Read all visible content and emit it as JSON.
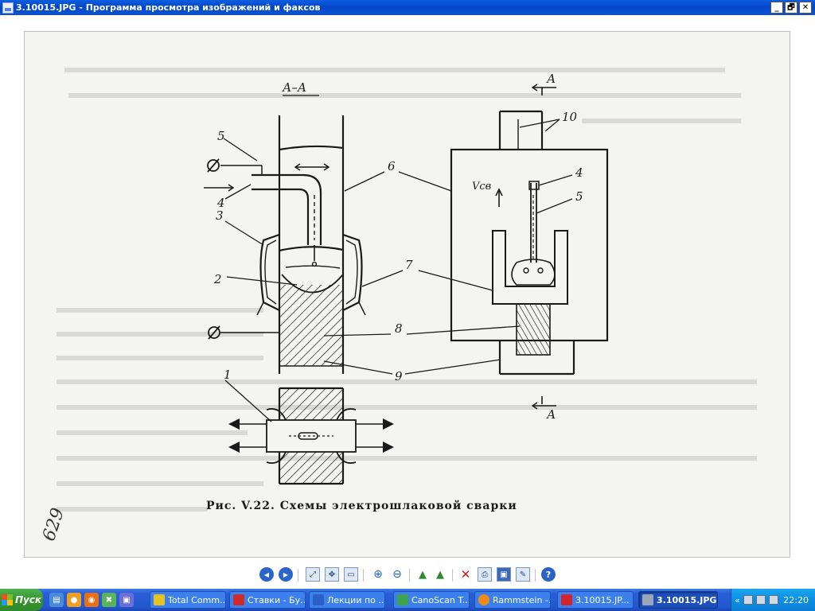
{
  "window": {
    "title": "3.10015.JPG - Программа просмотра изображений и факсов",
    "controls": [
      "_",
      "🗗",
      "✕"
    ]
  },
  "image": {
    "section_label": "А–А",
    "cut_labels": [
      "А",
      "А"
    ],
    "vcb_label": "Vсв",
    "callouts": [
      "1",
      "2",
      "3",
      "4",
      "5",
      "6",
      "7",
      "8",
      "9",
      "10",
      "4",
      "5"
    ],
    "caption": "Рис. V.22. Схемы электрошлаковой сварки",
    "handwritten": "629"
  },
  "toolbar": {
    "buttons": [
      {
        "name": "previous-image",
        "icon": "prev-icon"
      },
      {
        "name": "next-image",
        "icon": "next-icon"
      },
      {
        "name": "best-fit",
        "icon": "best-fit-icon"
      },
      {
        "name": "actual-size",
        "icon": "actual-size-icon"
      },
      {
        "name": "slideshow",
        "icon": "slideshow-icon"
      },
      {
        "name": "zoom-in",
        "icon": "zoom-in-icon"
      },
      {
        "name": "zoom-out",
        "icon": "zoom-out-icon"
      },
      {
        "name": "rotate-clockwise",
        "icon": "rotate-cw-icon"
      },
      {
        "name": "rotate-counterclockwise",
        "icon": "rotate-ccw-icon"
      },
      {
        "name": "delete",
        "icon": "delete-icon"
      },
      {
        "name": "print",
        "icon": "print-icon"
      },
      {
        "name": "save",
        "icon": "save-icon"
      },
      {
        "name": "open-for-editing",
        "icon": "edit-icon"
      },
      {
        "name": "help",
        "icon": "help-icon"
      }
    ]
  },
  "taskbar": {
    "start_label": "Пуск",
    "quick_launch": [
      "show-desktop-icon",
      "browser-icon",
      "media-icon",
      "canoscan-icon",
      "floppy-icon"
    ],
    "tasks": [
      {
        "label": "Total Comm...",
        "icon_color": "#e6c21f"
      },
      {
        "label": "Ставки - Бу...",
        "icon_color": "#d02a2a"
      },
      {
        "label": "Лекции по ...",
        "icon_color": "#2b5fc4"
      },
      {
        "label": "CanoScan T...",
        "icon_color": "#3fa34d"
      },
      {
        "label": "Rammstein -...",
        "icon_color": "#f08a1a"
      },
      {
        "label": "3.10015.JP...",
        "icon_color": "#d4242a"
      },
      {
        "label": "3.10015.JPG...",
        "icon_color": "#9aa6b8",
        "active": true
      }
    ],
    "tray_toggle": "«",
    "clock": "22:20"
  },
  "colors": {
    "title_bar": "#0546c9",
    "taskbar": "#2458cf",
    "start_button": "#36942f",
    "tray": "#0d8ee3",
    "scan_ink": "#1a1a1a",
    "scan_paper": "#f4f4f2"
  }
}
